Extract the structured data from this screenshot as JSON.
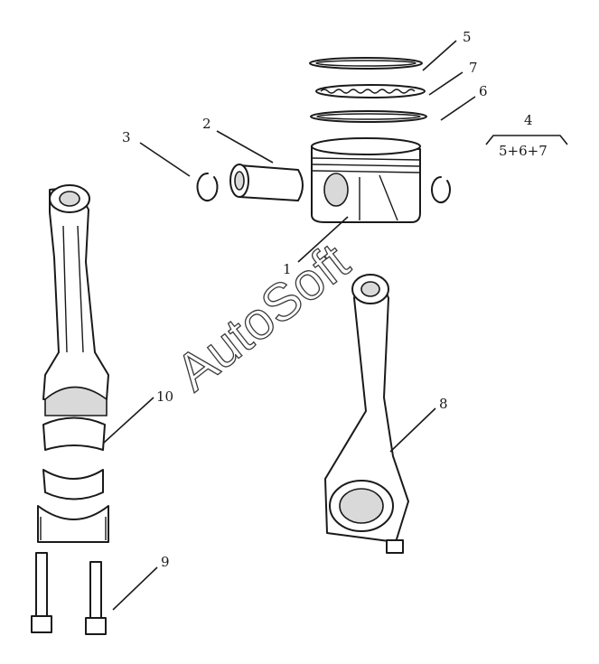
{
  "callouts": {
    "c1": "1",
    "c2": "2",
    "c3": "3",
    "c4": "4",
    "c4_formula": "5+6+7",
    "c5": "5",
    "c6": "6",
    "c7": "7",
    "c8": "8",
    "c9": "9",
    "c10": "10"
  },
  "watermark": "AutoSoft",
  "colors": {
    "line": "#1a1a1a",
    "background": "#ffffff",
    "shade": "#d9d9d9"
  }
}
